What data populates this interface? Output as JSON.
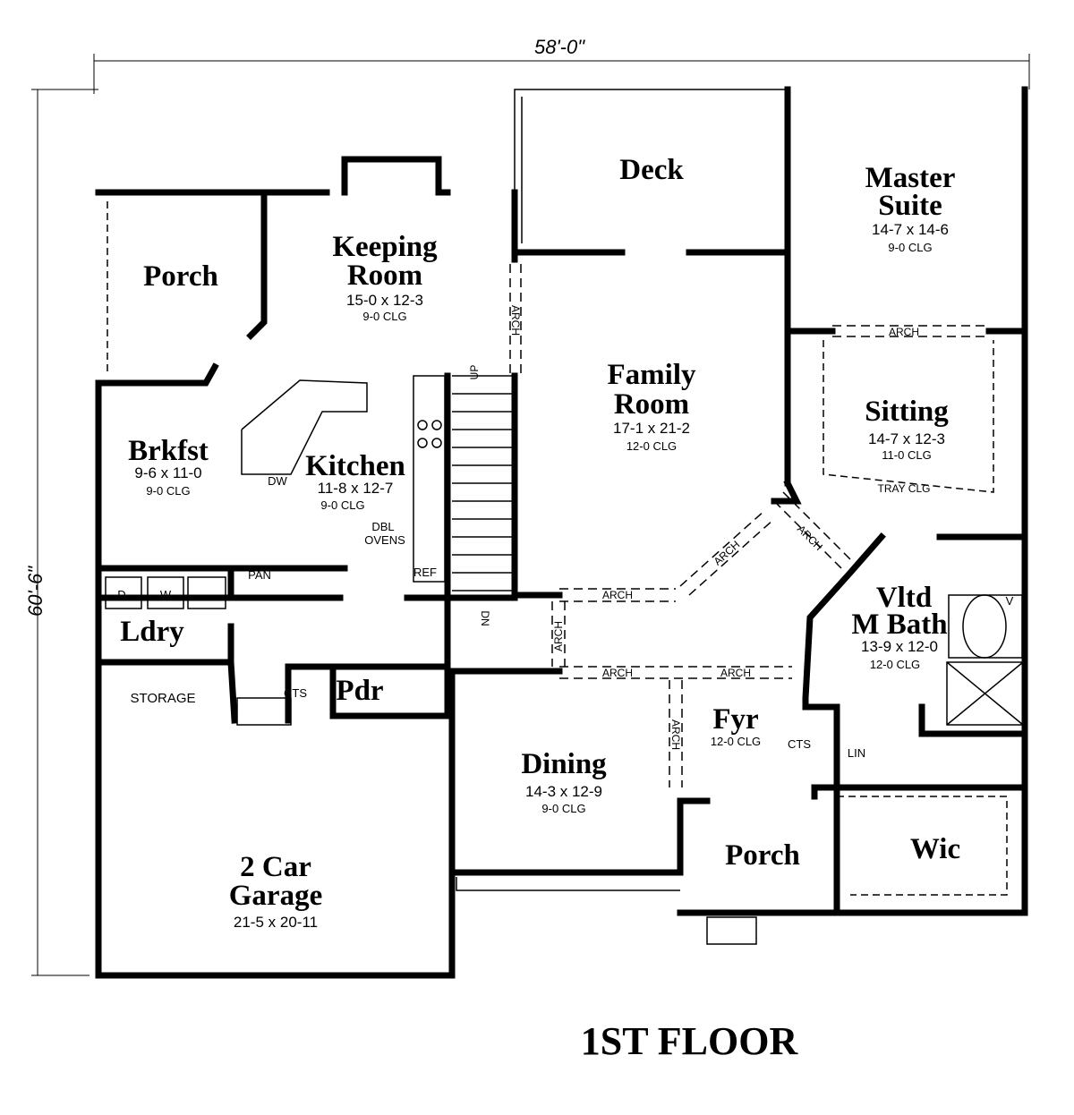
{
  "dimensions": {
    "width": "58'-0\"",
    "depth": "60'-6\""
  },
  "title": "1ST FLOOR",
  "rooms": {
    "deck": {
      "name": "Deck"
    },
    "master_suite": {
      "name1": "Master",
      "name2": "Suite",
      "size": "14-7 x 14-6",
      "clg": "9-0 CLG"
    },
    "porch_rear": {
      "name": "Porch"
    },
    "keeping_room": {
      "name1": "Keeping",
      "name2": "Room",
      "size": "15-0 x 12-3",
      "clg": "9-0 CLG"
    },
    "family_room": {
      "name1": "Family",
      "name2": "Room",
      "size": "17-1 x 21-2",
      "clg": "12-0 CLG"
    },
    "sitting": {
      "name": "Sitting",
      "size": "14-7 x 12-3",
      "clg": "11-0 CLG",
      "note": "TRAY CLG"
    },
    "brkfst": {
      "name": "Brkfst",
      "size": "9-6 x 11-0",
      "clg": "9-0 CLG"
    },
    "kitchen": {
      "name": "Kitchen",
      "size": "11-8 x 12-7",
      "clg": "9-0 CLG"
    },
    "ldry": {
      "name": "Ldry"
    },
    "bath": {
      "name1": "Vltd",
      "name2": "M Bath",
      "size": "13-9 x 12-0",
      "clg": "12-0 CLG"
    },
    "storage": {
      "name": "STORAGE"
    },
    "pdr": {
      "name": "Pdr"
    },
    "fyr": {
      "name": "Fyr",
      "clg": "12-0 CLG"
    },
    "dining": {
      "name": "Dining",
      "size": "14-3 x 12-9",
      "clg": "9-0 CLG"
    },
    "porch_front": {
      "name": "Porch"
    },
    "wic": {
      "name": "Wic"
    },
    "garage": {
      "name1": "2 Car",
      "name2": "Garage",
      "size": "21-5 x 20-11"
    }
  },
  "fixtures": {
    "dw": "DW",
    "dbl": "DBL",
    "ovens": "OVENS",
    "ref": "REF",
    "pan": "PAN",
    "dryer": "D",
    "washer": "W",
    "cts1": "CTS",
    "cts2": "CTS",
    "lin": "LIN",
    "up": "UP",
    "dn": "DN",
    "v": "V"
  },
  "arch": "ARCH"
}
